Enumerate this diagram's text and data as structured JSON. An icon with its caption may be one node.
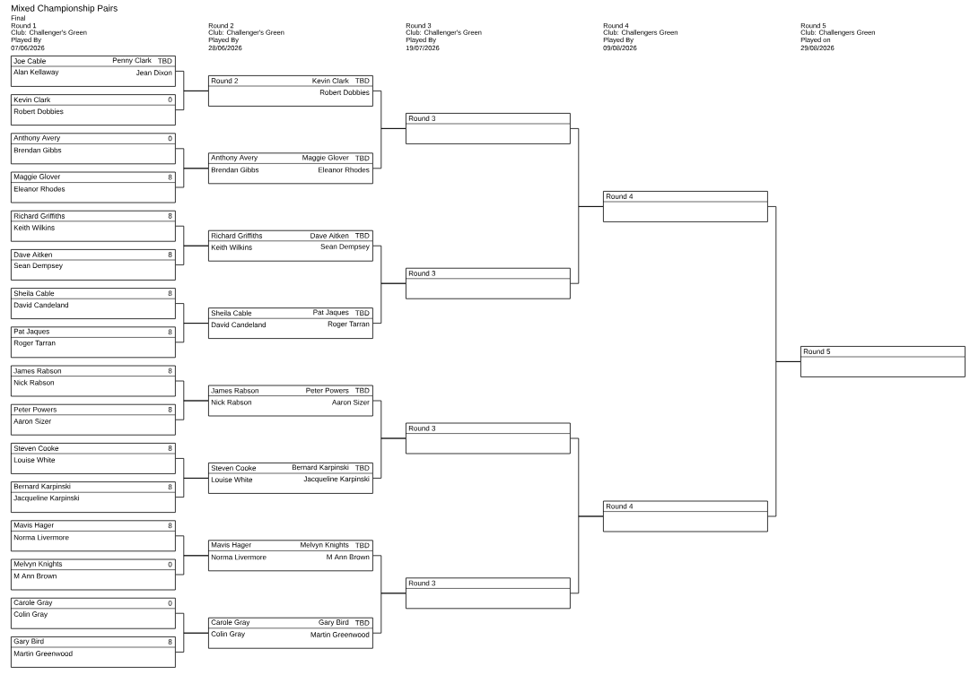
{
  "diagram": {
    "title": "Mixed Championship Pairs",
    "nodes": [
      {
        "text": [
          "Joe Cable",
          "Penny Clark",
          "TBD",
          "Alan Kellaway",
          "Jean Dixon"
        ]
      },
      {
        "text": [
          "Kevin Clark",
          "0",
          "Robert Dobbies"
        ]
      },
      {
        "text": [
          "Anthony Avery",
          "0",
          "Brendan Gibbs"
        ]
      },
      {
        "text": [
          "Maggie Glover",
          "8",
          "Eleanor Rhodes"
        ]
      },
      {
        "text": [
          "Richard Griffiths",
          "8",
          "Keith Wilkins"
        ]
      },
      {
        "text": [
          "Dave Aitken",
          "8",
          "Sean Dempsey"
        ]
      },
      {
        "text": [
          "Sheila Cable",
          "8",
          "David Candeland"
        ]
      },
      {
        "text": [
          "Pat Jaques",
          "8",
          "Roger Tarran"
        ]
      },
      {
        "text": [
          "James Rabson",
          "8",
          "Nick Rabson"
        ]
      },
      {
        "text": [
          "Peter Powers",
          "8",
          "Aaron Sizer"
        ]
      },
      {
        "text": [
          "Steven Cooke",
          "8",
          "Louise White"
        ]
      },
      {
        "text": [
          "Bernard Karpinski",
          "8",
          "Jacqueline Karpinski"
        ]
      },
      {
        "text": [
          "Mavis Hager",
          "8",
          "Norma Livermore"
        ]
      },
      {
        "text": [
          "Melvyn Knights",
          "0",
          "M Ann Brown"
        ]
      },
      {
        "text": [
          "Carole Gray",
          "0",
          "Colin Gray"
        ]
      },
      {
        "text": [
          "Gary Bird",
          "8",
          "Martin Greenwood"
        ]
      },
      {
        "text": [
          "Round 2",
          "Kevin Clark",
          "TBD",
          "Robert Dobbies"
        ]
      },
      {
        "text": [
          "Anthony Avery",
          "Maggie Glover",
          "TBD",
          "Brendan Gibbs",
          "Eleanor Rhodes"
        ]
      },
      {
        "text": [
          "Richard Griffiths",
          "Dave Aitken",
          "TBD",
          "Keith Wilkins",
          "Sean Dempsey"
        ]
      },
      {
        "text": [
          "Sheila Cable",
          "Pat Jaques",
          "TBD",
          "David Candeland",
          "Roger Tarran"
        ]
      },
      {
        "text": [
          "James Rabson",
          "Peter Powers",
          "TBD",
          "Nick Rabson",
          "Aaron Sizer"
        ]
      },
      {
        "text": [
          "Steven Cooke",
          "Bernard Karpinski",
          "TBD",
          "Louise White",
          "Jacqueline Karpinski"
        ]
      },
      {
        "text": [
          "Mavis Hager",
          "Melvyn Knights",
          "TBD",
          "Norma Livermore",
          "M Ann Brown"
        ]
      },
      {
        "text": [
          "Carole Gray",
          "Gary Bird",
          "TBD",
          "Colin Gray",
          "Martin Greenwood"
        ]
      },
      {
        "text": [
          "Round 3"
        ]
      },
      {
        "text": [
          "Round 3"
        ]
      },
      {
        "text": [
          "Round 3"
        ]
      },
      {
        "text": [
          "Round 3"
        ]
      },
      {
        "text": [
          "Round 4"
        ]
      },
      {
        "text": [
          "Round 4"
        ]
      },
      {
        "text": [
          "Round 5"
        ]
      }
    ],
    "edges": [
      {
        "from": 0,
        "to": 16,
        "arrow": "none"
      },
      {
        "from": 1,
        "to": 16,
        "arrow": "none"
      },
      {
        "from": 2,
        "to": 17,
        "arrow": "none"
      },
      {
        "from": 3,
        "to": 17,
        "arrow": "none"
      },
      {
        "from": 4,
        "to": 18,
        "arrow": "none"
      },
      {
        "from": 5,
        "to": 18,
        "arrow": "none"
      },
      {
        "from": 6,
        "to": 19,
        "arrow": "none"
      },
      {
        "from": 7,
        "to": 19,
        "arrow": "none"
      },
      {
        "from": 8,
        "to": 20,
        "arrow": "none"
      },
      {
        "from": 9,
        "to": 20,
        "arrow": "none"
      },
      {
        "from": 10,
        "to": 21,
        "arrow": "none"
      },
      {
        "from": 11,
        "to": 21,
        "arrow": "none"
      },
      {
        "from": 12,
        "to": 22,
        "arrow": "none"
      },
      {
        "from": 13,
        "to": 22,
        "arrow": "none"
      },
      {
        "from": 14,
        "to": 23,
        "arrow": "none"
      },
      {
        "from": 15,
        "to": 23,
        "arrow": "none"
      },
      {
        "from": 16,
        "to": 24,
        "arrow": "none"
      },
      {
        "from": 17,
        "to": 24,
        "arrow": "none"
      },
      {
        "from": 18,
        "to": 25,
        "arrow": "none"
      },
      {
        "from": 19,
        "to": 25,
        "arrow": "none"
      },
      {
        "from": 20,
        "to": 26,
        "arrow": "none"
      },
      {
        "from": 21,
        "to": 26,
        "arrow": "none"
      },
      {
        "from": 22,
        "to": 27,
        "arrow": "none"
      },
      {
        "from": 23,
        "to": 27,
        "arrow": "none"
      },
      {
        "from": 24,
        "to": 28,
        "arrow": "none"
      },
      {
        "from": 25,
        "to": 28,
        "arrow": "none"
      },
      {
        "from": 26,
        "to": 29,
        "arrow": "none"
      },
      {
        "from": 27,
        "to": 29,
        "arrow": "none"
      },
      {
        "from": 28,
        "to": 30,
        "arrow": "none"
      },
      {
        "from": 29,
        "to": 30,
        "arrow": "none"
      }
    ],
    "labels": [
      "Final",
      "Round 1",
      "Club: Challenger's Green",
      "Played By",
      "07/06/2026",
      "Round 2",
      "Club: Challenger's Green",
      "Played By",
      "28/06/2026",
      "Round 3",
      "Club: Challenger's Green",
      "Played By",
      "19/07/2026",
      "Round 4",
      "Club: Challengers Green",
      "Played By",
      "09/08/2026",
      "Round 5",
      "Club: Challengers Green",
      "Played on",
      "29/08/2026"
    ]
  }
}
